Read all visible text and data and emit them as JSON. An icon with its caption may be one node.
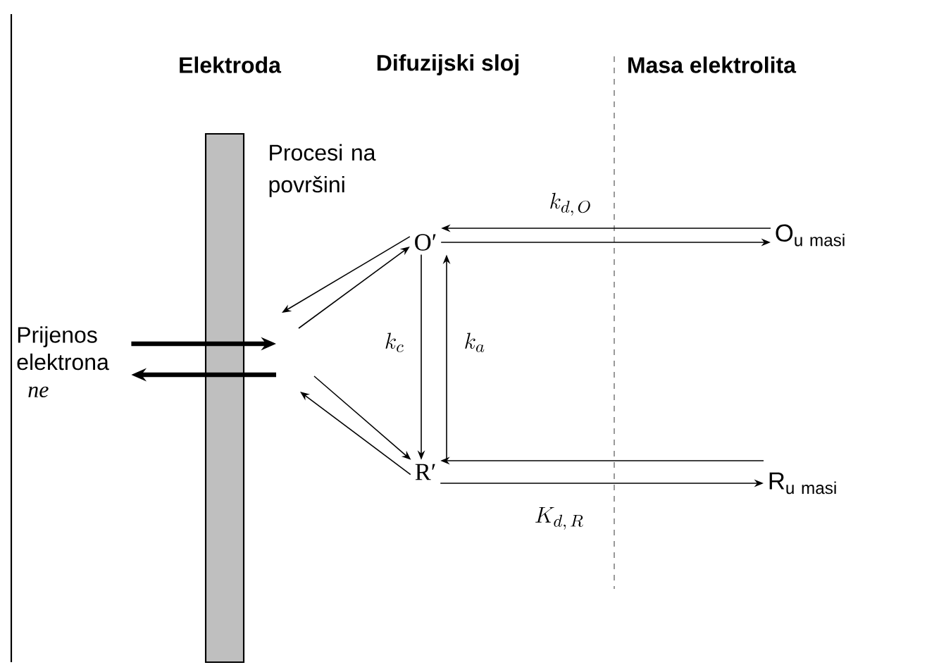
{
  "diagram": {
    "nodes": [
      {
        "text": [
          "Elektroda"
        ]
      },
      {
        "text": [
          "Prijenos elektrona",
          "ne"
        ]
      },
      {
        "text": [
          "O′"
        ]
      },
      {
        "text": [
          "R′"
        ]
      },
      {
        "text": [
          "\\mathrm{O}_{\\mathrm{u\\ masi}}"
        ]
      },
      {
        "text": [
          "\\mathrm{R}_{\\mathrm{u\\ masi}}"
        ]
      }
    ],
    "edges": [
      {
        "from": 1,
        "to": null,
        "arrow": "to",
        "style": "thick"
      },
      {
        "from": null,
        "to": 1,
        "arrow": "to",
        "style": "thick"
      },
      {
        "from": 2,
        "to": null,
        "arrow": "to"
      },
      {
        "from": null,
        "to": 2,
        "arrow": "to"
      },
      {
        "from": 3,
        "to": null,
        "arrow": "to"
      },
      {
        "from": null,
        "to": 3,
        "arrow": "to"
      },
      {
        "from": 2,
        "to": 3,
        "arrow": "to",
        "label": "k_{c}"
      },
      {
        "from": 3,
        "to": 2,
        "arrow": "to",
        "label": "k_{a}"
      },
      {
        "from": 4,
        "to": 2,
        "arrow": "to",
        "label": "k_{d,\\,O}"
      },
      {
        "from": 2,
        "to": 4,
        "arrow": "to"
      },
      {
        "from": 5,
        "to": 3,
        "arrow": "to"
      },
      {
        "from": 3,
        "to": 5,
        "arrow": "to",
        "label": "K_{d,\\,R}"
      }
    ],
    "labels": [
      "Difuzijski sloj",
      "Masa elektrolita",
      "Procesi na površini"
    ]
  }
}
